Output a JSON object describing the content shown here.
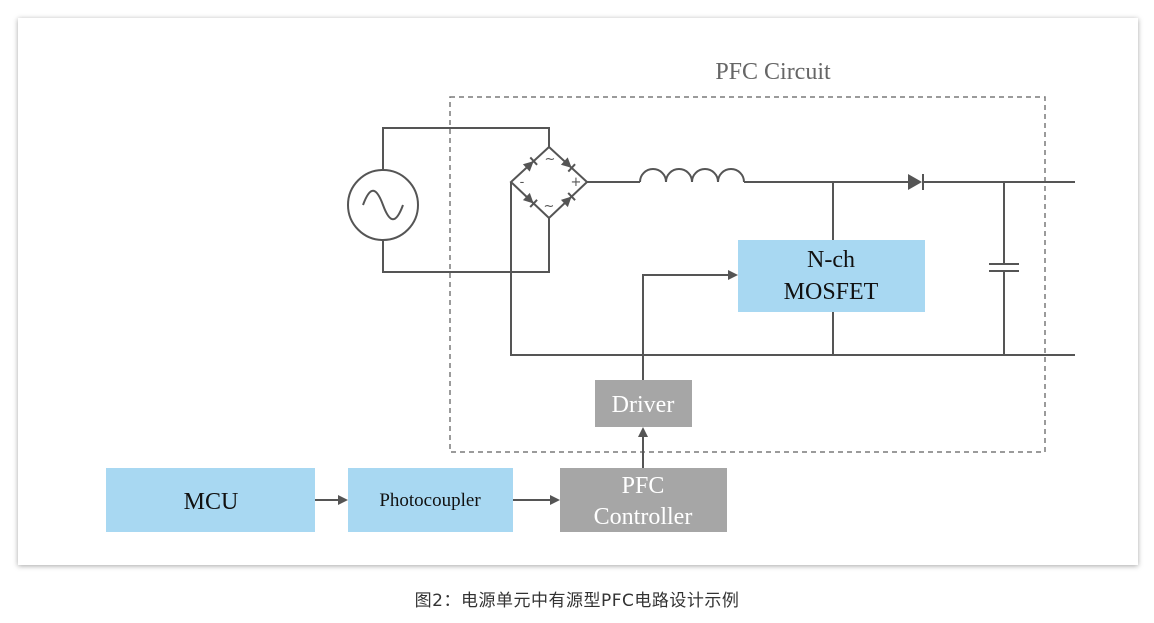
{
  "diagram": {
    "group_label": "PFC Circuit",
    "blocks": {
      "mosfet": {
        "line1": "N-ch",
        "line2": "MOSFET"
      },
      "driver": {
        "label": "Driver"
      },
      "pfc_controller": {
        "line1": "PFC",
        "line2": "Controller"
      },
      "mcu": {
        "label": "MCU"
      },
      "photocoupler": {
        "label": "Photocoupler"
      }
    },
    "bridge_marks": {
      "ac_top": "~",
      "ac_bottom": "~",
      "positive": "+",
      "negative": "-"
    },
    "icons": [
      "ac-source-icon",
      "bridge-rectifier-icon",
      "inductor-icon",
      "diode-icon",
      "capacitor-icon",
      "arrow-icon"
    ]
  },
  "caption": "图2：电源单元中有源型PFC电路设计示例",
  "colors": {
    "box_blue": "#a8d8f2",
    "box_gray": "#a6a6a6",
    "wire": "#555555"
  }
}
